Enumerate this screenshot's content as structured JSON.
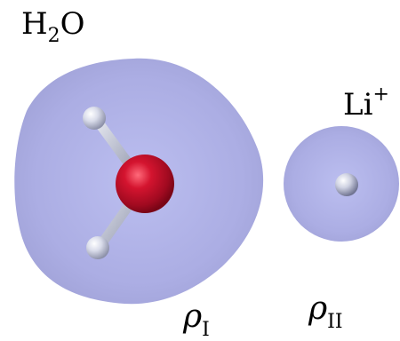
{
  "labels": {
    "molecule": {
      "main": "H",
      "sub": "2",
      "tail": "O"
    },
    "ion": {
      "main": "Li",
      "sup": "+"
    },
    "density_1": {
      "symbol": "ρ",
      "sub": "I"
    },
    "density_2": {
      "symbol": "ρ",
      "sub": "II"
    }
  },
  "colors": {
    "density_cloud": "#a3a5df",
    "oxygen_atom": "#c8102e",
    "hydrogen_atom": "#d8dbe8",
    "lithium_atom": "#d8dbe8",
    "bond": "#b8bccc"
  }
}
